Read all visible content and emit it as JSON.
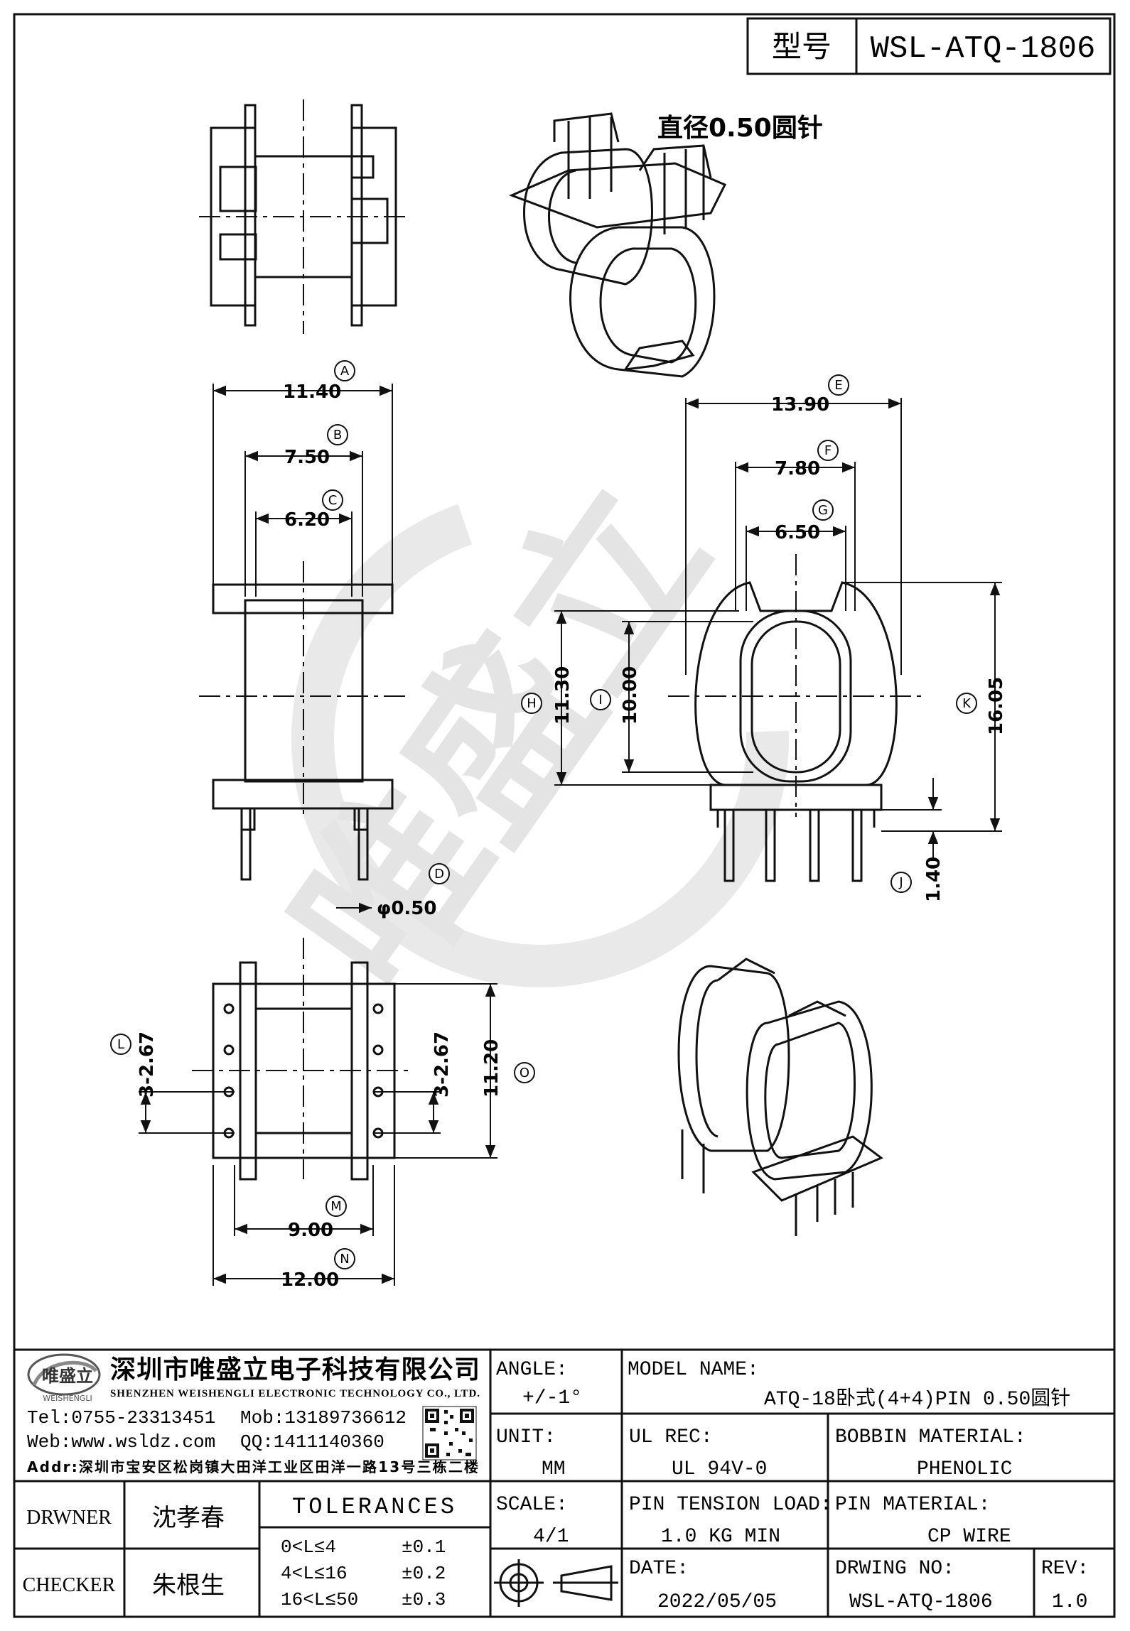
{
  "header": {
    "type_label": "型号",
    "model_code": "WSL-ATQ-1806"
  },
  "annotation_pin": "直径0.50圆针",
  "dimensions": {
    "A": {
      "letter": "A",
      "value": "11.40"
    },
    "B": {
      "letter": "B",
      "value": "7.50"
    },
    "C": {
      "letter": "C",
      "value": "6.20"
    },
    "D": {
      "letter": "D",
      "value": "φ0.50"
    },
    "E": {
      "letter": "E",
      "value": "13.90"
    },
    "F": {
      "letter": "F",
      "value": "7.80"
    },
    "G": {
      "letter": "G",
      "value": "6.50"
    },
    "H": {
      "letter": "H",
      "value": "11.30"
    },
    "I": {
      "letter": "I",
      "value": "10.00"
    },
    "J": {
      "letter": "J",
      "value": "1.40"
    },
    "K": {
      "letter": "K",
      "value": "16.05"
    },
    "L": {
      "letter": "L",
      "value": "3-2.67"
    },
    "L2": {
      "value": "3-2.67"
    },
    "M": {
      "letter": "M",
      "value": "9.00"
    },
    "N": {
      "letter": "N",
      "value": "12.00"
    },
    "O": {
      "letter": "O",
      "value": "11.20"
    }
  },
  "company": {
    "name_cn": "深圳市唯盛立电子科技有限公司",
    "name_en": "SHENZHEN WEISHENGLI ELECTRONIC TECHNOLOGY CO., LTD.",
    "logo_text": "唯盛立",
    "logo_sub": "WEISHENGLI",
    "tel": "Tel:0755-23313451",
    "mob": "Mob:13189736612",
    "web": "Web:www.wsldz.com",
    "qq": "QQ:1411140360",
    "addr": "Addr:深圳市宝安区松岗镇大田洋工业区田洋一路13号三栋二楼"
  },
  "title_block": {
    "angle_label": "ANGLE:",
    "angle_value": "+/-1°",
    "model_name_label": "MODEL NAME:",
    "model_name_value": "ATQ-18卧式(4+4)PIN 0.50圆针",
    "unit_label": "UNIT:",
    "unit_value": "MM",
    "ul_label": "UL REC:",
    "ul_value": "UL 94V-0",
    "bobbin_label": "BOBBIN MATERIAL:",
    "bobbin_value": "PHENOLIC",
    "scale_label": "SCALE:",
    "scale_value": "4/1",
    "pin_tension_label": "PIN TENSION LOAD:",
    "pin_tension_value": "1.0 KG MIN",
    "pin_material_label": "PIN MATERIAL:",
    "pin_material_value": "CP WIRE",
    "date_label": "DATE:",
    "date_value": "2022/05/05",
    "drwing_label": "DRWING NO:",
    "drwing_value": "WSL-ATQ-1806",
    "rev_label": "REV:",
    "rev_value": "1.0",
    "drawer_label": "DRWNER",
    "drawer_value": "沈孝春",
    "checker_label": "CHECKER",
    "checker_value": "朱根生",
    "tolerances_label": "TOLERANCES",
    "tolerances": [
      {
        "range": "0<L≤4",
        "tol": "±0.1"
      },
      {
        "range": "4<L≤16",
        "tol": "±0.2"
      },
      {
        "range": "16<L≤50",
        "tol": "±0.3"
      }
    ]
  }
}
